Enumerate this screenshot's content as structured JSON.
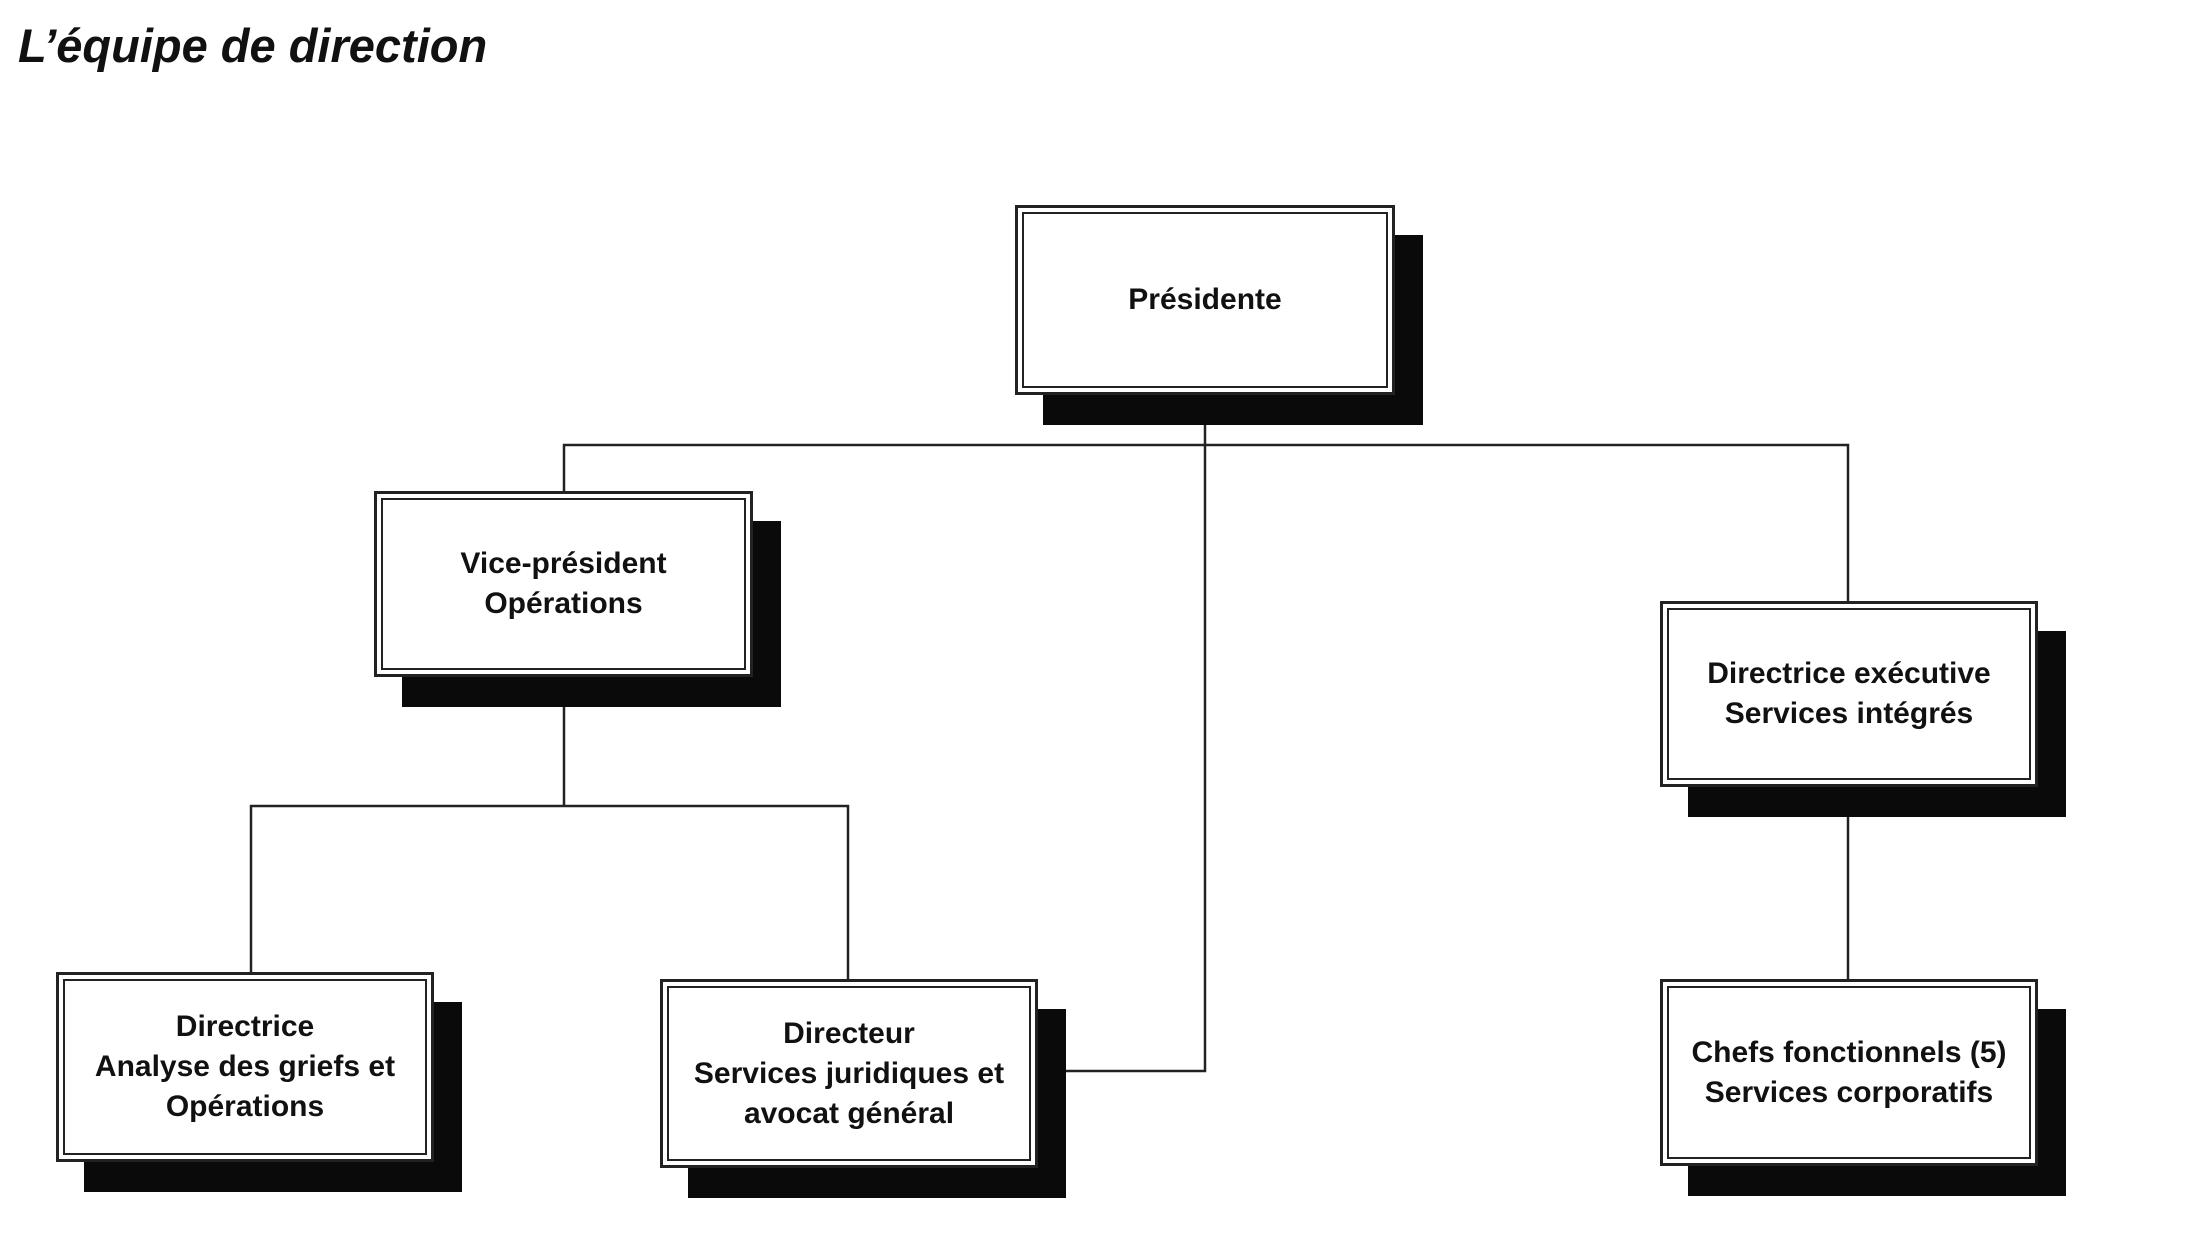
{
  "title": "L’équipe de direction",
  "nodes": {
    "president": {
      "lines": [
        "Présidente"
      ]
    },
    "vp_operations": {
      "lines": [
        "Vice-président",
        "Opérations"
      ]
    },
    "exec_director": {
      "lines": [
        "Directrice exécutive",
        "Services intégrés"
      ]
    },
    "director_grievances": {
      "lines": [
        "Directrice",
        "Analyse des griefs et",
        "Opérations"
      ]
    },
    "director_legal": {
      "lines": [
        "Directeur",
        "Services juridiques et",
        "avocat général"
      ]
    },
    "functional_heads": {
      "lines": [
        "Chefs fonctionnels (5)",
        "Services corporatifs"
      ]
    }
  }
}
